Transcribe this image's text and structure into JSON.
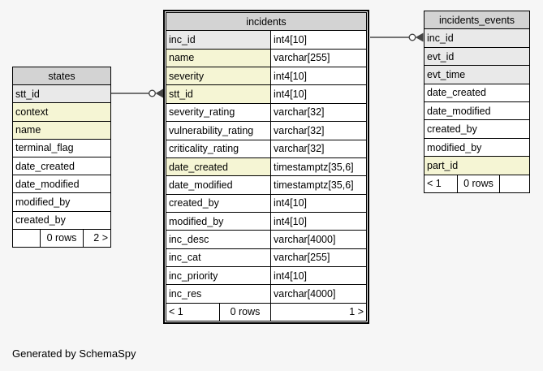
{
  "page": {
    "generated_note": "Generated by SchemaSpy"
  },
  "colors": {
    "page_bg": "#f6f6f6",
    "header_bg": "#d3d3d3",
    "pk_bg": "#e9e9e9",
    "idx_bg": "#f5f5d4",
    "row_bg": "#ffffff",
    "border": "#000000",
    "edge": "#464646"
  },
  "tables": [
    {
      "id": "states",
      "title": "states",
      "emphasized": false,
      "has_type_column": false,
      "columns": [
        {
          "name": "stt_id",
          "style": "pk"
        },
        {
          "name": "context",
          "style": "indexed"
        },
        {
          "name": "name",
          "style": "indexed"
        },
        {
          "name": "terminal_flag",
          "style": "plain"
        },
        {
          "name": "date_created",
          "style": "plain"
        },
        {
          "name": "date_modified",
          "style": "plain"
        },
        {
          "name": "modified_by",
          "style": "plain"
        },
        {
          "name": "created_by",
          "style": "plain"
        }
      ],
      "footer": {
        "left": "",
        "middle": "0 rows",
        "right": "2 >"
      }
    },
    {
      "id": "incidents",
      "title": "incidents",
      "emphasized": true,
      "has_type_column": true,
      "columns": [
        {
          "name": "inc_id",
          "type": "int4[10]",
          "style": "pk"
        },
        {
          "name": "name",
          "type": "varchar[255]",
          "style": "indexed"
        },
        {
          "name": "severity",
          "type": "int4[10]",
          "style": "indexed"
        },
        {
          "name": "stt_id",
          "type": "int4[10]",
          "style": "indexed"
        },
        {
          "name": "severity_rating",
          "type": "varchar[32]",
          "style": "plain"
        },
        {
          "name": "vulnerability_rating",
          "type": "varchar[32]",
          "style": "plain"
        },
        {
          "name": "criticality_rating",
          "type": "varchar[32]",
          "style": "plain"
        },
        {
          "name": "date_created",
          "type": "timestamptz[35,6]",
          "style": "indexed"
        },
        {
          "name": "date_modified",
          "type": "timestamptz[35,6]",
          "style": "plain"
        },
        {
          "name": "created_by",
          "type": "int4[10]",
          "style": "plain"
        },
        {
          "name": "modified_by",
          "type": "int4[10]",
          "style": "plain"
        },
        {
          "name": "inc_desc",
          "type": "varchar[4000]",
          "style": "plain"
        },
        {
          "name": "inc_cat",
          "type": "varchar[255]",
          "style": "plain"
        },
        {
          "name": "inc_priority",
          "type": "int4[10]",
          "style": "plain"
        },
        {
          "name": "inc_res",
          "type": "varchar[4000]",
          "style": "plain"
        }
      ],
      "footer": {
        "left": "< 1",
        "middle": "0 rows",
        "right": "1 >"
      }
    },
    {
      "id": "incidents_events",
      "title": "incidents_events",
      "emphasized": false,
      "has_type_column": false,
      "columns": [
        {
          "name": "inc_id",
          "style": "pk"
        },
        {
          "name": "evt_id",
          "style": "pk"
        },
        {
          "name": "evt_time",
          "style": "pk"
        },
        {
          "name": "date_created",
          "style": "plain"
        },
        {
          "name": "date_modified",
          "style": "plain"
        },
        {
          "name": "created_by",
          "style": "plain"
        },
        {
          "name": "modified_by",
          "style": "plain"
        },
        {
          "name": "part_id",
          "style": "indexed"
        }
      ],
      "footer": {
        "left": "< 1",
        "middle": "0 rows",
        "right": ""
      }
    }
  ],
  "relationships": [
    {
      "from": "states.stt_id",
      "to": "incidents.stt_id"
    },
    {
      "from": "incidents.inc_id",
      "to": "incidents_events.inc_id"
    }
  ]
}
